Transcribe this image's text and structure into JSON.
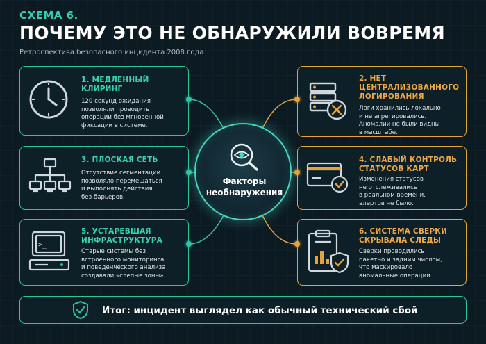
{
  "header": {
    "kicker": "СХЕМА 6.",
    "title": "ПОЧЕМУ ЭТО НЕ ОБНАРУЖИЛИ ВОВРЕМЯ",
    "subtitle": "Ретроспектива безопасного инцидента 2008 года"
  },
  "hub": {
    "label_line1": "Факторы",
    "label_line2": "необнаружения",
    "icon": "eye-magnifier-icon"
  },
  "cards": [
    {
      "id": "slow-clearing",
      "icon": "clock-icon",
      "accent": "#2ec4a6",
      "head_line1": "1. МЕДЛЕННЫЙ",
      "head_line2": "КЛИРИНГ",
      "body_lines": [
        "120 секунд ожидания",
        "позволяли проводить",
        "операции без мгновенной",
        "фиксации в системе."
      ]
    },
    {
      "id": "no-central-logging",
      "icon": "server-error-icon",
      "accent": "#e6a23c",
      "head_line1": "2. НЕТ",
      "head_line2": "ЦЕНТРАЛИЗОВАННОГО",
      "head_line3": "ЛОГИРОВАНИЯ",
      "body_lines": [
        "Логи хранились локально",
        "и не агрегировались.",
        "Аномалии не были видны",
        "в масштабе."
      ]
    },
    {
      "id": "flat-network",
      "icon": "network-tree-icon",
      "accent": "#2ec4a6",
      "head_line1": "3. ПЛОСКАЯ СЕТЬ",
      "body_lines": [
        "Отсутствие сегментации",
        "позволяло перемещаться",
        "и выполнять действия",
        "без барьеров."
      ]
    },
    {
      "id": "weak-card-control",
      "icon": "card-check-icon",
      "accent": "#e6a23c",
      "head_line1": "4. СЛАБЫЙ КОНТРОЛЬ",
      "head_line2": "СТАТУСОВ КАРТ",
      "body_lines": [
        "Изменения статусов",
        "не отслеживались",
        "в реальном времени,",
        "алертов не было."
      ]
    },
    {
      "id": "legacy-infra",
      "icon": "legacy-computer-icon",
      "accent": "#2ec4a6",
      "head_line1": "5. УСТАРЕВШАЯ",
      "head_line2": "ИНФРАСТРУКТУРА",
      "body_lines": [
        "Старые системы без",
        "встроенного мониторинга",
        "и поведенческого анализа",
        "создавали «слепые зоны»."
      ]
    },
    {
      "id": "reconciliation",
      "icon": "clipboard-chart-shield-icon",
      "accent": "#e6a23c",
      "head_line1": "6. СИСТЕМА СВЕРКИ",
      "head_line2": "СКРЫВАЛА СЛЕДЫ",
      "body_lines": [
        "Сверки проводились",
        "пакетно и задним числом,",
        "что маскировало",
        "аномальные операции."
      ]
    }
  ],
  "footer": {
    "icon": "shield-check-icon",
    "text": "Итог: инцидент выглядел как обычный технический сбой"
  }
}
